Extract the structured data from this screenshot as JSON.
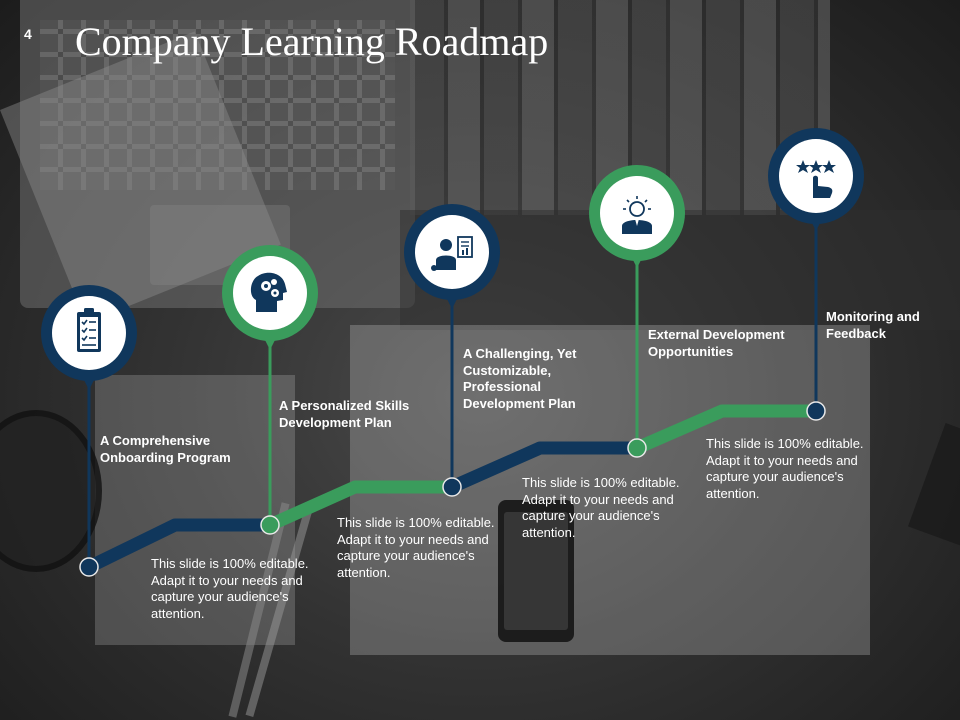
{
  "slide": {
    "page_number": "4",
    "title": "Company Learning Roadmap"
  },
  "colors": {
    "navy": "#10375c",
    "green": "#3a9c5c",
    "text": "#ffffff"
  },
  "milestones": [
    {
      "label": "A Comprehensive Onboarding Program",
      "icon": "clipboard-checklist-icon",
      "ring": "navy",
      "description": "This slide is 100% editable. Adapt it to your needs and capture your audience's attention."
    },
    {
      "label": "A Personalized Skills Development Plan",
      "icon": "head-gears-icon",
      "ring": "green",
      "description": "This slide is 100% editable. Adapt it to your needs and capture your audience's attention."
    },
    {
      "label": "A Challenging, Yet Customizable, Professional Development Plan",
      "icon": "presenter-chart-icon",
      "ring": "navy",
      "description": "This slide is 100% editable. Adapt it to your needs and capture your audience's attention."
    },
    {
      "label": "External Development Opportunities",
      "icon": "lightbulb-person-icon",
      "ring": "green",
      "description": "This slide is 100% editable. Adapt it to your needs and capture your audience's attention."
    },
    {
      "label": "Monitoring and Feedback",
      "icon": "rating-stars-hand-icon",
      "ring": "navy",
      "description": ""
    }
  ]
}
